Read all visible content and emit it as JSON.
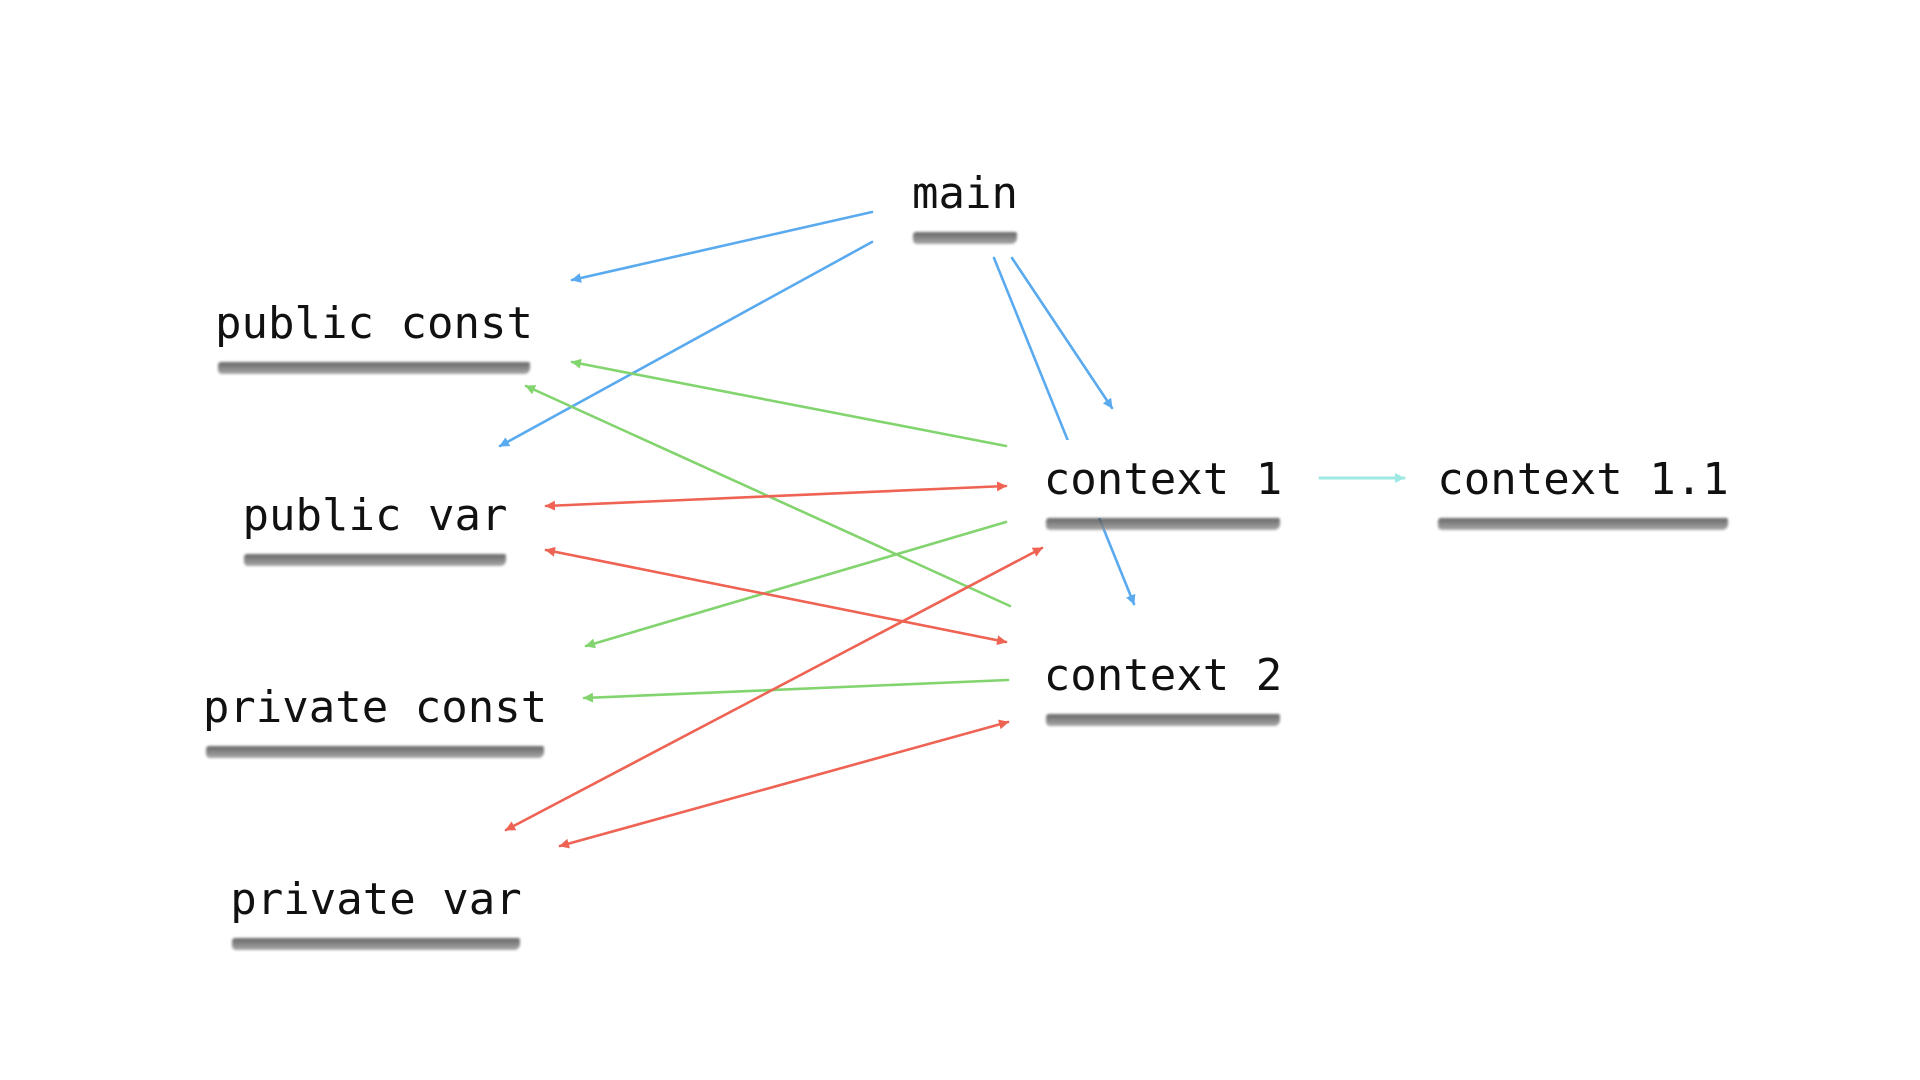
{
  "nodes": {
    "main": "main",
    "public_const": "public const",
    "public_var": "public var",
    "private_const": "private const",
    "private_var": "private var",
    "context_1": "context 1",
    "context_2": "context 2",
    "context_1_1": "context 1.1"
  },
  "colors": {
    "blue": "#5aaaf0",
    "green": "#82d46e",
    "red": "#ee6353",
    "cyan": "#9ee9e4"
  },
  "edges": [
    {
      "from": "main",
      "to": "public_const",
      "color": "blue",
      "direction": "forward"
    },
    {
      "from": "main",
      "to": "public_var",
      "color": "blue",
      "direction": "forward"
    },
    {
      "from": "main",
      "to": "context_1",
      "color": "blue",
      "direction": "forward"
    },
    {
      "from": "main",
      "to": "context_2",
      "color": "blue",
      "direction": "forward"
    },
    {
      "from": "context_1",
      "to": "public_const",
      "color": "green",
      "direction": "forward"
    },
    {
      "from": "context_2",
      "to": "public_const",
      "color": "green",
      "direction": "forward"
    },
    {
      "from": "context_1",
      "to": "private_const",
      "color": "green",
      "direction": "forward"
    },
    {
      "from": "context_2",
      "to": "private_const",
      "color": "green",
      "direction": "forward"
    },
    {
      "from": "public_var",
      "to": "context_1",
      "color": "red",
      "direction": "both"
    },
    {
      "from": "public_var",
      "to": "context_2",
      "color": "red",
      "direction": "both"
    },
    {
      "from": "private_var",
      "to": "context_1",
      "color": "red",
      "direction": "both"
    },
    {
      "from": "private_var",
      "to": "context_2",
      "color": "red",
      "direction": "both"
    },
    {
      "from": "context_1",
      "to": "context_1_1",
      "color": "cyan",
      "direction": "forward"
    }
  ]
}
